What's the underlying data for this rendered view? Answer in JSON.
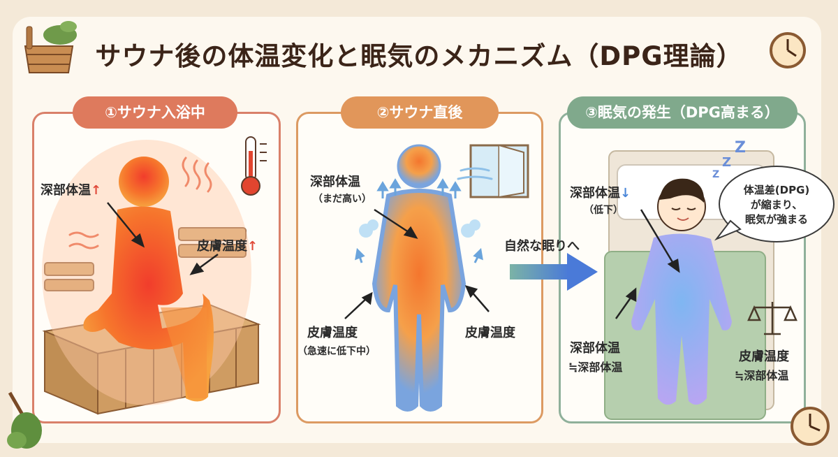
{
  "title": "サウナ後の体温変化と眠気のメカニズム（DPG理論）",
  "panels": [
    {
      "header": "①サウナ入浴中",
      "core_label": "深部体温",
      "core_arrow": "↑",
      "skin_label": "皮膚温度",
      "skin_arrow": "↑"
    },
    {
      "header": "②サウナ直後",
      "core_label": "深部体温",
      "core_note": "（まだ高い）",
      "skin_left_label": "皮膚温度",
      "skin_left_note": "（急速に低下中）",
      "skin_right_label": "皮膚温度"
    },
    {
      "header": "③眠気の発生（DPG高まる）",
      "core_label": "深部体温",
      "core_arrow": "↓",
      "core_note": "（低下）",
      "bubble_line1": "体温差(DPG)",
      "bubble_line2": "が縮まり、",
      "bubble_line3": "眠気が強まる",
      "core_equal_line1": "深部体温",
      "core_equal_line2": "≒深部体温",
      "skin_equal_line1": "皮膚温度",
      "skin_equal_line2": "≒深部体温",
      "zzz": "Z"
    }
  ],
  "transition": "自然な眠りへ",
  "colors": {
    "hot": "#f26a2a",
    "warm": "#f6a44a",
    "cool": "#7aa7e0",
    "calm": "#a5b6f0",
    "wood": "#c99a5e"
  },
  "icons": [
    "sauna-bucket-icon",
    "clock-icon",
    "thermometer-icon",
    "window-icon",
    "balance-scale-icon",
    "sauna-whisk-icon"
  ]
}
